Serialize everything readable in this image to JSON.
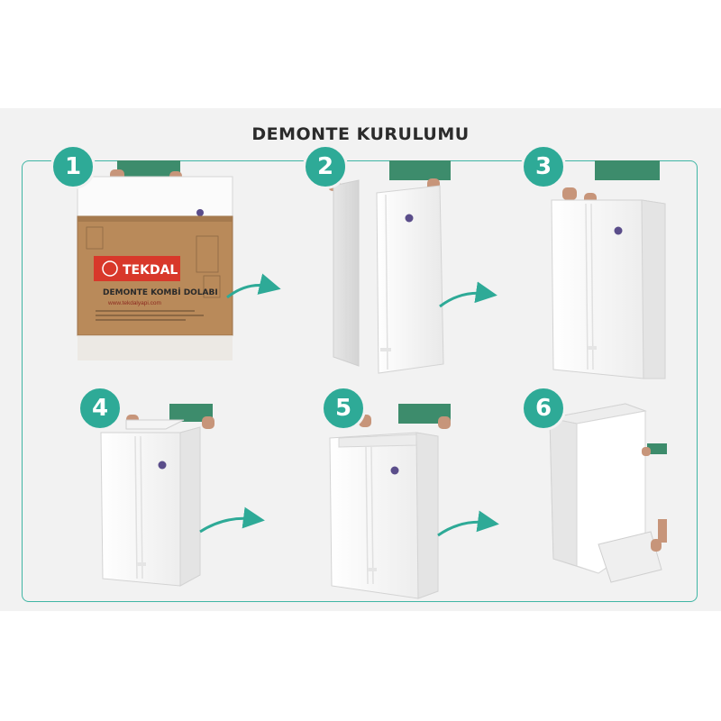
{
  "title": "DEMONTE KURULUMU",
  "steps": [
    {
      "number": "1"
    },
    {
      "number": "2"
    },
    {
      "number": "3"
    },
    {
      "number": "4"
    },
    {
      "number": "5"
    },
    {
      "number": "6"
    }
  ],
  "box": {
    "brand": "TEKDAL",
    "product": "DEMONTE KOMBİ DOLABI",
    "website": "www.tekdalyapi.com"
  },
  "colors": {
    "accent": "#2eaa97",
    "frame": "#3fb5a4",
    "shirt": "#3d8c6c",
    "cardboard": "#b98a5a",
    "brand_red": "#d8382a"
  }
}
